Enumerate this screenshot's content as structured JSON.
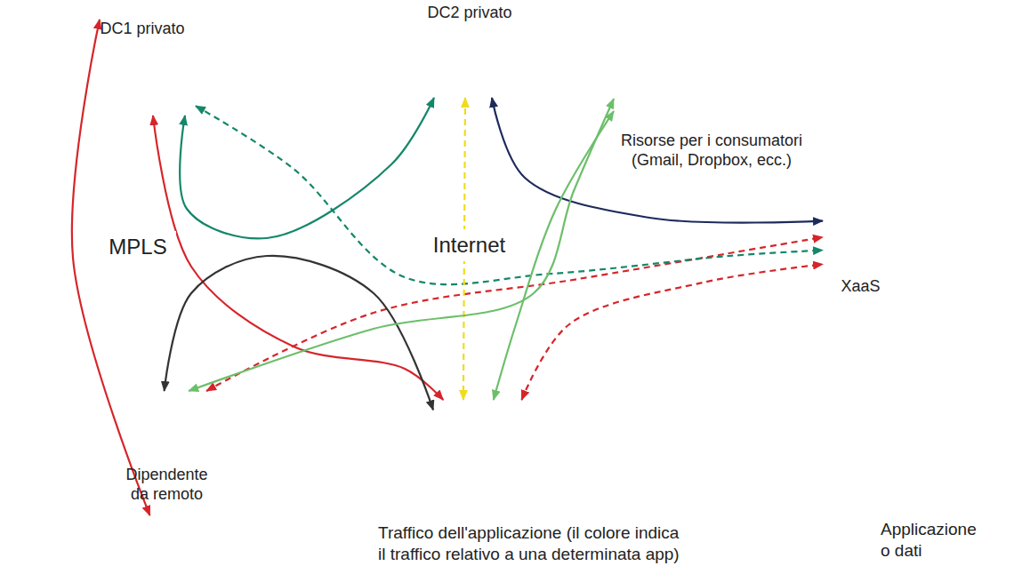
{
  "diagram": {
    "nodes": [
      {
        "text": [
          "DC1 privato"
        ]
      },
      {
        "text": [
          "DC2 privato"
        ]
      },
      {
        "text": [
          "Risorse per i consumatori (Gmail, Dropbox, ecc.)"
        ]
      },
      {
        "text": [
          "MPLS"
        ]
      },
      {
        "text": [
          "Internet"
        ]
      },
      {
        "text": [
          "XaaS"
        ]
      },
      {
        "text": [
          "Dipendente da remoto"
        ]
      },
      {
        "text": []
      }
    ],
    "edges": [
      {
        "from": 6,
        "to": 0,
        "arrow": "both"
      },
      {
        "from": 0,
        "to": 7,
        "arrow": "both"
      },
      {
        "from": 6,
        "to": 5,
        "arrow": "both"
      },
      {
        "from": 7,
        "to": 5,
        "arrow": "both"
      },
      {
        "from": 0,
        "to": 1,
        "arrow": "both"
      },
      {
        "from": 0,
        "to": 5,
        "arrow": "both"
      },
      {
        "from": 1,
        "to": 7,
        "arrow": "both"
      },
      {
        "from": 1,
        "to": 5,
        "arrow": "both"
      },
      {
        "from": 6,
        "to": 7,
        "arrow": "both"
      },
      {
        "from": 6,
        "to": 2,
        "arrow": "both"
      },
      {
        "from": 7,
        "to": 2,
        "arrow": "both"
      }
    ],
    "legend": [
      {
        "text": "Traffico dell'applicazione (il colore indica il traffico relativo a una determinata app)"
      },
      {
        "text": "Applicazione o dati"
      }
    ]
  }
}
